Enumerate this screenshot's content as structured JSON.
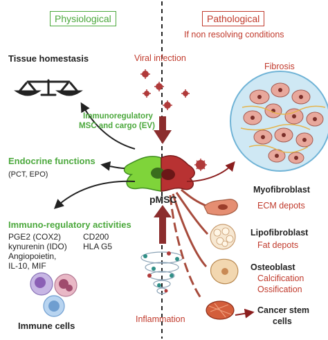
{
  "headers": {
    "left": "Physiological",
    "right": "Pathological",
    "right_sub": "If non resolving conditions"
  },
  "left": {
    "tissue": "Tissue homestasis",
    "endocrine_title": "Endocrine functions",
    "endocrine_sub": "(PCT, EPO)",
    "immuno_title": "Immuno-regulatory activities",
    "immuno_col1": [
      "PGE2 (COX2)",
      "kynurenin (IDO)",
      "Angiopoietin,",
      "IL-10, MIF"
    ],
    "immuno_col2": [
      "CD200",
      "HLA G5"
    ],
    "immune_cells": "Immune cells"
  },
  "center": {
    "viral": "Viral infection",
    "immunoreg_line1": "Immunoregulatory",
    "immunoreg_line2": "MSC and cargo (EV)",
    "pmsc": "pMSC",
    "inflammation": "Inflammation"
  },
  "right": {
    "fibrosis": "Fibrosis",
    "myofibroblast": "Myofibroblast",
    "ecm": "ECM depots",
    "lipofibroblast": "Lipofibroblast",
    "fat": "Fat depots",
    "osteoblast": "Osteoblast",
    "calcification": "Calcification",
    "ossification": "Ossification",
    "cancer_line1": "Cancer stem",
    "cancer_line2": "cells"
  },
  "colors": {
    "green": "#4ba83c",
    "red": "#c0392b",
    "dark": "#222222"
  }
}
